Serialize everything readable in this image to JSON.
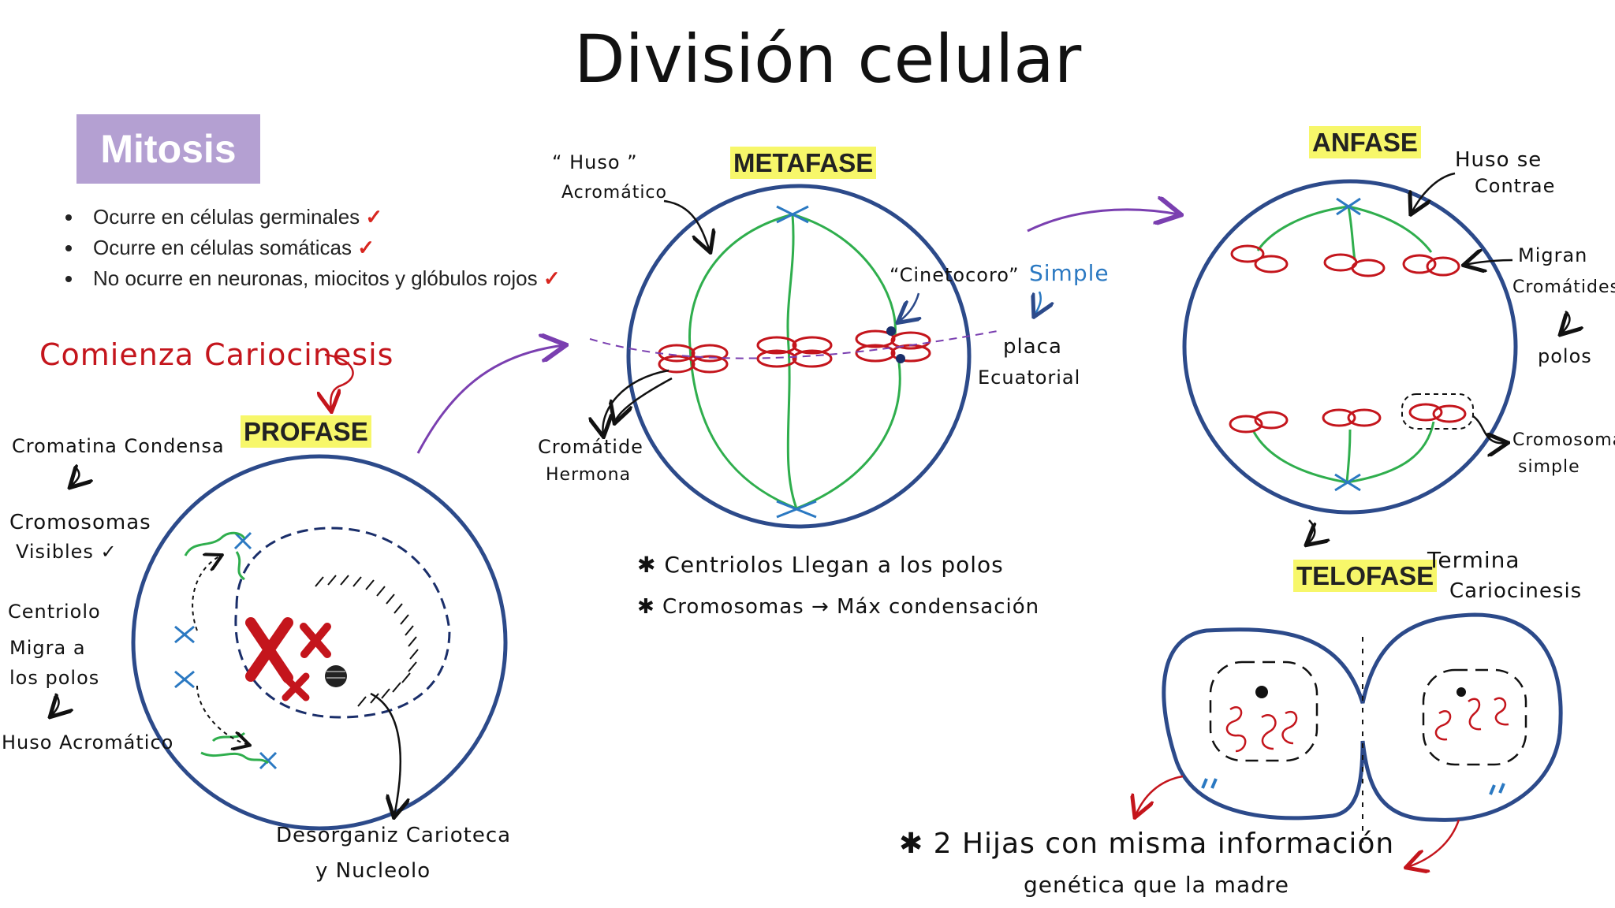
{
  "title": "División celular",
  "section": "Mitosis",
  "bullets": [
    {
      "text": "Ocurre en células germinales",
      "check": "✓"
    },
    {
      "text": "Ocurre en células somáticas",
      "check": "✓"
    },
    {
      "text": "No ocurre en neuronas, miocitos y glóbulos rojos",
      "check": "✓"
    }
  ],
  "phases": {
    "profase": "PROFASE",
    "metafase": "METAFASE",
    "anafase": "ANFASE",
    "telofase": "TELOFASE"
  },
  "notes": {
    "comienza": "Comienza Cariocinesis",
    "cromatina": "Cromatina Condensa",
    "cromosomas_visibles": [
      "Cromosomas",
      "Visibles ✓"
    ],
    "centriolo": [
      "Centriolo",
      "Migra a",
      "los polos"
    ],
    "huso_acromatico": "Huso Acromático",
    "desorganiz": "Desorganiz Carioteca",
    "nucleolo": "y Nucleolo",
    "huso_quoted": [
      "“ Huso ”",
      "Acromático"
    ],
    "cinetocoro": "“Cinetocoro”",
    "simple": "Simple",
    "placa": [
      "placa",
      "Ecuatorial"
    ],
    "cromatide": [
      "Cromátide",
      "Hermona"
    ],
    "centriolos_llegan": "✱ Centriolos Llegan a los polos",
    "cromosomas_max": "✱ Cromosomas → Máx condensación",
    "huso_contrae": [
      "Huso se",
      "Contrae"
    ],
    "migran": [
      "Migran",
      "Cromátides"
    ],
    "polos": "polos",
    "cromosoma_simple": [
      "Cromosoma",
      "simple"
    ],
    "termina": [
      "Termina",
      "Cariocinesis"
    ],
    "hijas": "✱ 2 Hijas con misma información",
    "genetica": "genética que la madre"
  },
  "colors": {
    "cell_outline": "#2c4a8a",
    "spindle": "#2fae4d",
    "chromosome": "#c4151c",
    "centriole": "#2b79c2",
    "arrow_purple": "#7a3fb0",
    "highlight": "#f7f76a",
    "mitosis_box": "#b4a0d2"
  }
}
